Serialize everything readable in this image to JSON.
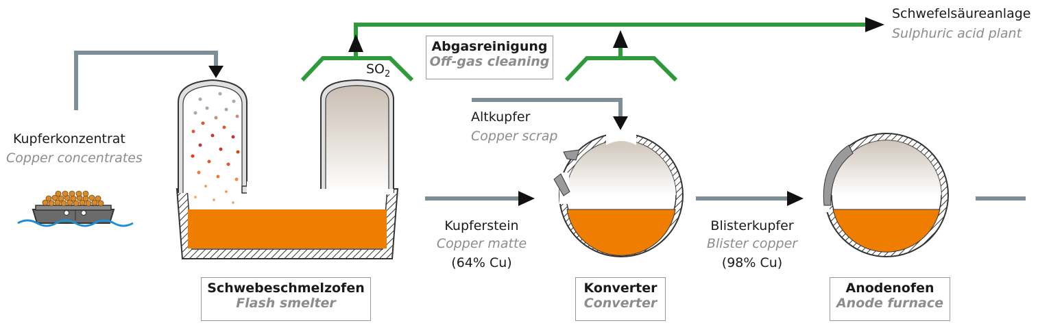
{
  "labels": {
    "sulphuric_de": "Schwefelsäureanlage",
    "sulphuric_en": "Sulphuric acid plant",
    "offgas_de": "Abgasreinigung",
    "offgas_en": "Off-gas cleaning",
    "so2_main": "SO",
    "so2_sub": "2",
    "concentrate_de": "Kupferkonzentrat",
    "concentrate_en": "Copper concentrates",
    "scrap_de": "Altkupfer",
    "scrap_en": "Copper scrap",
    "matte_de": "Kupferstein",
    "matte_en": "Copper matte",
    "matte_pct": "(64% Cu)",
    "blister_de": "Blisterkupfer",
    "blister_en": "Blister copper",
    "blister_pct": "(98% Cu)",
    "smelter_de": "Schwebeschmelzofen",
    "smelter_en": "Flash smelter",
    "converter_de": "Konverter",
    "converter_en": "Converter",
    "anode_de": "Anodenofen",
    "anode_en": "Anode furnace"
  },
  "colors": {
    "gas_pipe": "#2e9a3a",
    "material_pipe": "#7d8e96",
    "molten": "#ee7d00",
    "vessel_wall": "#333333",
    "vessel_fill": "#e0e0e0",
    "water": "#1e8fd0"
  }
}
